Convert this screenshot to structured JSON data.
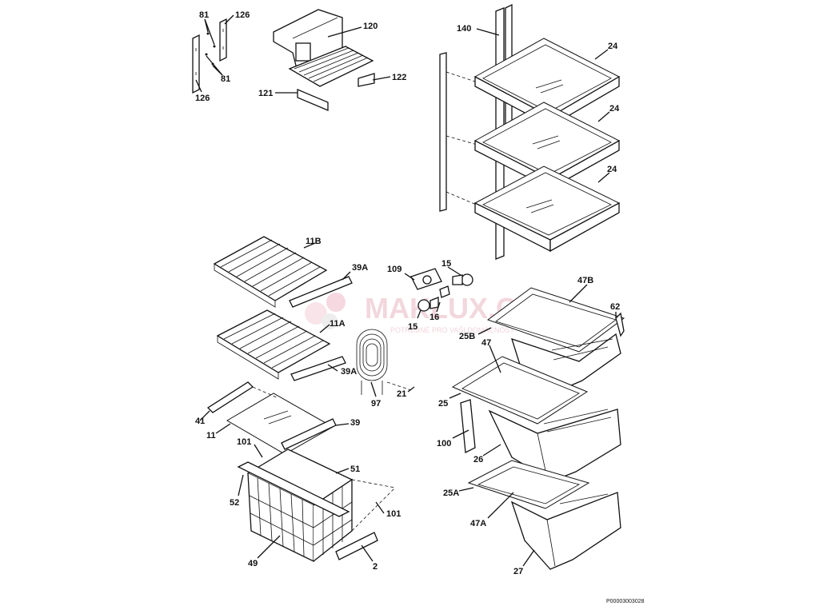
{
  "diagram": {
    "watermark": "MAKLUX.CZ",
    "watermark_subtitle": "POTŘEBNÉ PRO VAŠI DOMÁCNOST",
    "footer_code": "P00003003028",
    "part_labels": {
      "l_81a": "81",
      "l_126a": "126",
      "l_81b": "81",
      "l_126b": "126",
      "l_120": "120",
      "l_121": "121",
      "l_122": "122",
      "l_140": "140",
      "l_24a": "24",
      "l_24b": "24",
      "l_24c": "24",
      "l_11B": "11B",
      "l_39Aa": "39A",
      "l_109": "109",
      "l_15a": "15",
      "l_15b": "15",
      "l_16": "16",
      "l_47B": "47B",
      "l_62": "62",
      "l_25B": "25B",
      "l_47": "47",
      "l_11A": "11A",
      "l_39Ab": "39A",
      "l_97": "97",
      "l_21": "21",
      "l_25": "25",
      "l_41": "41",
      "l_11": "11",
      "l_39": "39",
      "l_101a": "101",
      "l_51": "51",
      "l_100": "100",
      "l_26": "26",
      "l_52": "52",
      "l_101b": "101",
      "l_25A": "25A",
      "l_47A": "47A",
      "l_49": "49",
      "l_2": "2",
      "l_27": "27"
    }
  }
}
